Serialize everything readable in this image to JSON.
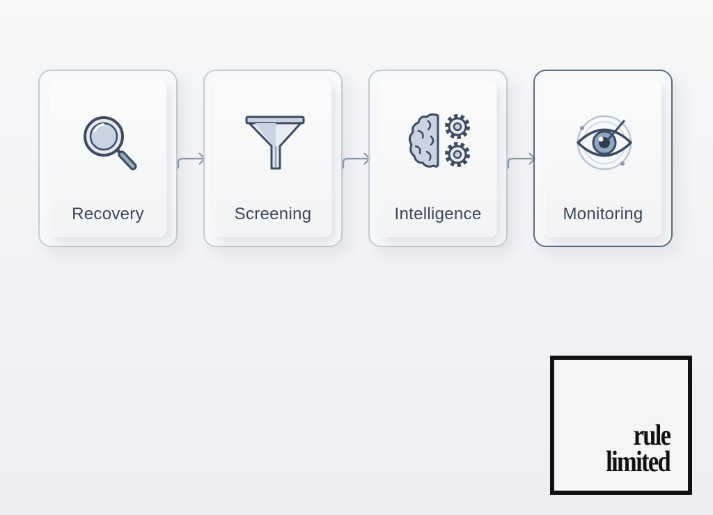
{
  "steps": [
    {
      "label": "Recovery",
      "icon": "magnifying-glass-icon"
    },
    {
      "label": "Screening",
      "icon": "funnel-icon"
    },
    {
      "label": "Intelligence",
      "icon": "brain-gears-icon"
    },
    {
      "label": "Monitoring",
      "icon": "eye-radar-icon"
    }
  ],
  "active_step": "Monitoring",
  "logo": {
    "line1": "rule",
    "line2": "limited"
  },
  "colors": {
    "icon_stroke": "#3d4a5e",
    "icon_fill": "#c9d4e3",
    "card_border": "#c5cbd4",
    "active_border": "#5d6a7c",
    "arrow": "#8d96a3"
  }
}
